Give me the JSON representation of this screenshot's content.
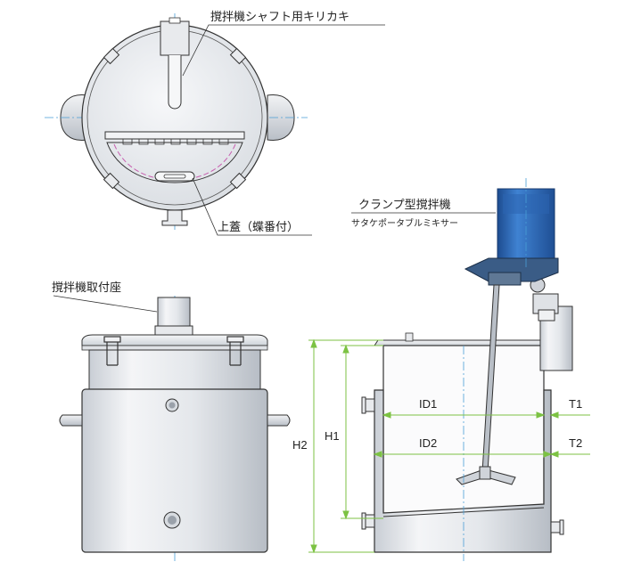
{
  "labels": {
    "shaft_notch": "撹拌機シャフト用キリカキ",
    "lid": "上蓋（蝶番付）",
    "mixer_mount": "撹拌機取付座",
    "clamp_mixer": "クランプ型撹拌機",
    "mixer_series": "サタケポータブルミキサー"
  },
  "dimensions": {
    "id1": "ID1",
    "id2": "ID2",
    "t1": "T1",
    "t2": "T2",
    "h1": "H1",
    "h2": "H2"
  },
  "colors": {
    "line": "#2b2b2b",
    "steel_light": "#eef0f3",
    "steel_mid": "#d4d8de",
    "steel_dark": "#9aa1aa",
    "centerline": "#4a9fd6",
    "dimension": "#7cc243",
    "motor_blue": "#2f6fc0",
    "motor_dark": "#1f4f94",
    "gasket": "#c860b0"
  }
}
